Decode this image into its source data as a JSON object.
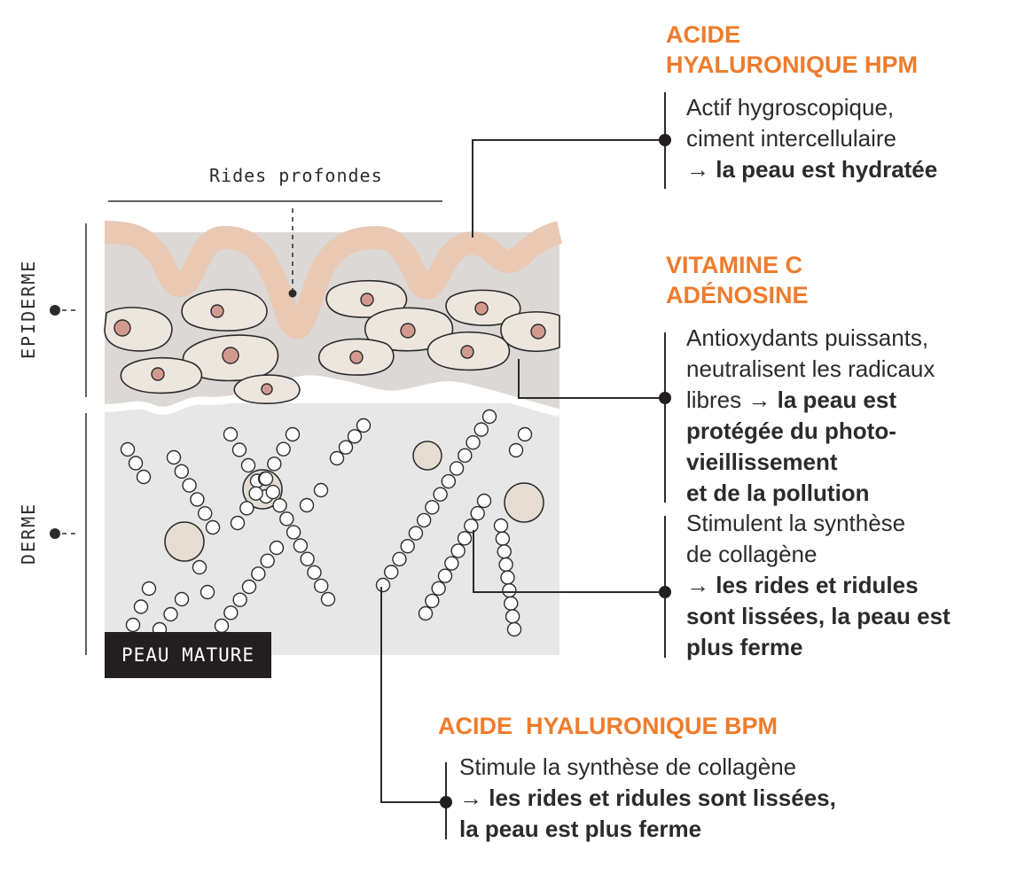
{
  "labels": {
    "rides_profondes": "Rides profondes",
    "epiderme": "EPIDERME",
    "derme": "DERME",
    "peau_mature": "PEAU MATURE"
  },
  "blocks": {
    "hpm": {
      "title_line1": "ACIDE",
      "title_line2": "HYALURONIQUE HPM",
      "line1": "Actif hygroscopique,",
      "line2": "ciment intercellulaire",
      "arrow": "→",
      "bold": "la peau est hydratée"
    },
    "vitc": {
      "title_line1": "VITAMINE C",
      "title_line2": "ADÉNOSINE",
      "line1": "Antioxydants puissants,",
      "line2": "neutralisent les radicaux",
      "line3": "libres",
      "arrow": "→",
      "bold1": "la peau est",
      "bold2": "protégée du photo-",
      "bold3": "vieillissement",
      "bold4": "et de la pollution"
    },
    "collagen": {
      "line1": "Stimulent la synthèse",
      "line2": "de collagène",
      "arrow": "→",
      "bold1": "les rides et ridules",
      "bold2": "sont lissées, la peau est",
      "bold3": "plus ferme"
    },
    "bpm": {
      "title": "ACIDE  HYALURONIQUE BPM",
      "line1": "Stimule la synthèse de collagène",
      "arrow": "→",
      "bold1": "les rides et ridules sont lissées,",
      "bold2": "la peau est plus ferme"
    }
  },
  "colors": {
    "accent": "#ee7c2c",
    "ink": "#231f20",
    "epiderm_bg": "#dcd8d5",
    "derm_bg": "#e8e7e7",
    "skin_wave": "#e9c8b4",
    "cell_fill": "#ede6df",
    "nucleus": "#d29a8f"
  }
}
